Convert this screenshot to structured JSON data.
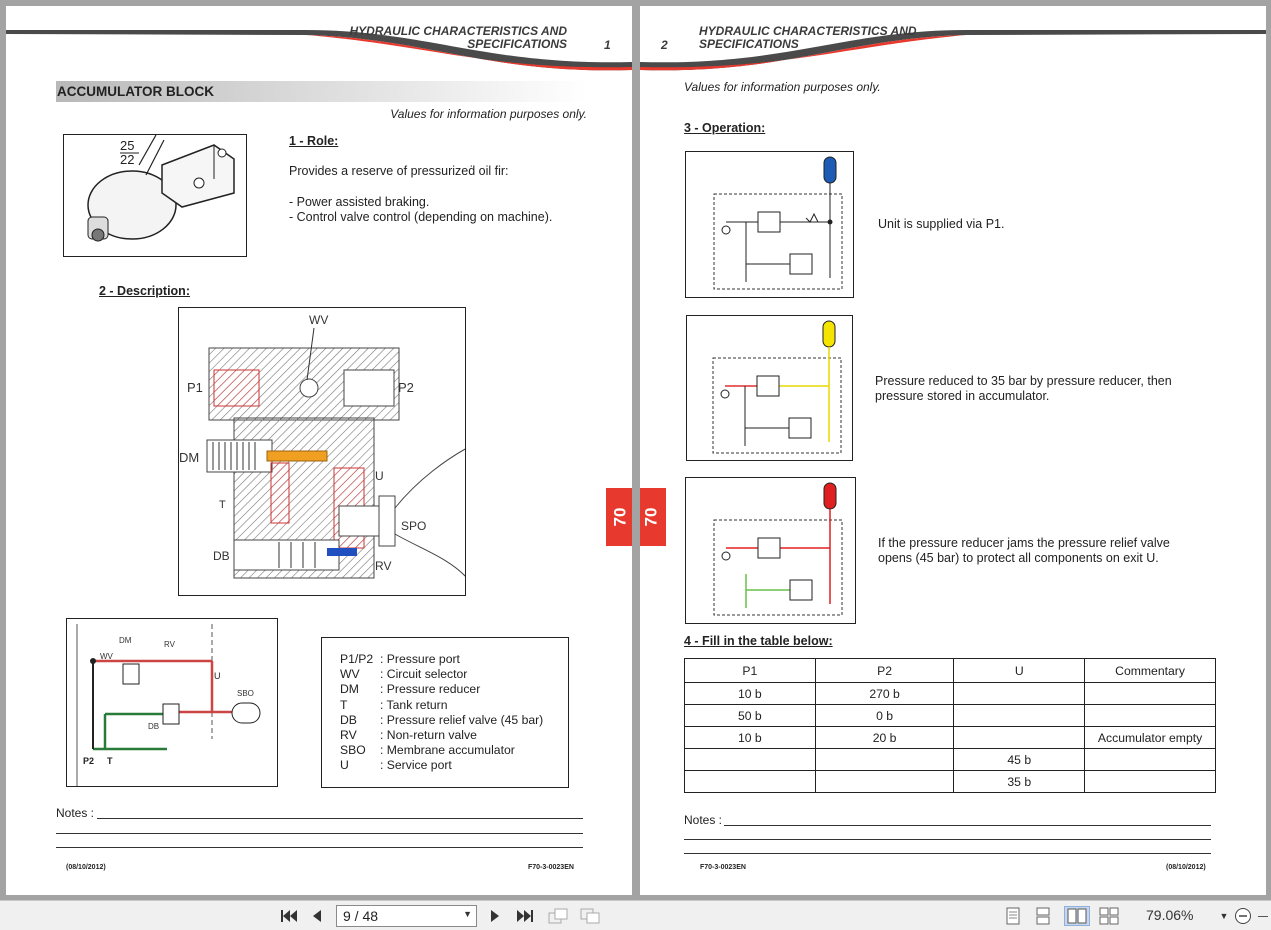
{
  "doc": {
    "header_line1": "HYDRAULIC CHARACTERISTICS AND",
    "header_line2": "SPECIFICATIONS",
    "left_page_no": "1",
    "right_page_no": "2",
    "section_tab": "70",
    "accent": "#e8392e"
  },
  "left": {
    "section_title": "ACCUMULATOR BLOCK",
    "info_note": "Values for information purposes only.",
    "role_title": "1 - Role:",
    "role_text": "Provides a reserve of pressurizeḋ oil fir:",
    "role_bullet1": "- Power assisted braking.",
    "role_bullet2": "- Control valve control (depending on machine).",
    "desc_title": "2 - Description:",
    "photo_labels": [
      "25",
      "22"
    ],
    "cutaway_labels": {
      "wv": "WV",
      "p1": "P1",
      "p2": "P2",
      "dm": "DM",
      "t": "T",
      "u": "U",
      "db": "DB",
      "spo": "SPO",
      "rv": "RV"
    },
    "schematic_labels": {
      "dm": "DM",
      "rv": "RV",
      "sbo": "SBO",
      "db": "DB",
      "wv": "WV",
      "p2": "P2",
      "t": "T",
      "u": "U"
    },
    "legend": [
      {
        "code": "P1/P2",
        "desc": ": Pressure port"
      },
      {
        "code": "WV",
        "desc": ": Circuit selector"
      },
      {
        "code": "DM",
        "desc": ": Pressure reducer"
      },
      {
        "code": "T",
        "desc": ": Tank return"
      },
      {
        "code": "DB",
        "desc": ": Pressure relief valve (45 bar)"
      },
      {
        "code": "RV",
        "desc": ": Non-return valve"
      },
      {
        "code": "SBO",
        "desc": ": Membrane accumulator"
      },
      {
        "code": "U",
        "desc": ": Service port"
      }
    ],
    "notes_label": "Notes :",
    "foot_date": "(08/10/2012)",
    "foot_ref": "F70-3-0023EN"
  },
  "right": {
    "info_note": "Values for information purposes only.",
    "operation_title": "3 - Operation:",
    "op1": "Unit is supplied via P1.",
    "op2_line1": "Pressure reduced to 35 bar by pressure reducer, then",
    "op2_line2": "pressure stored in accumulator.",
    "op3_line1": "If the pressure reducer jams the pressure relief valve",
    "op3_line2": "opens (45 bar) to protect all components on exit U.",
    "op_colors": [
      "#1e5bb5",
      "#f5e400",
      "#e02020"
    ],
    "table_title": "4 - Fill in the table below:",
    "table_headers": [
      "P1",
      "P2",
      "U",
      "Commentary"
    ],
    "table_rows": [
      [
        "10 b",
        "270 b",
        "",
        ""
      ],
      [
        "50 b",
        "0 b",
        "",
        ""
      ],
      [
        "10 b",
        "20 b",
        "",
        "Accumulator empty"
      ],
      [
        "",
        "",
        "45 b",
        ""
      ],
      [
        "",
        "",
        "35 b",
        ""
      ]
    ],
    "notes_label": "Notes :",
    "foot_ref": "F70-3-0023EN",
    "foot_date": "(08/10/2012)"
  },
  "toolbar": {
    "page_display": "9 / 48",
    "zoom": "79.06%"
  }
}
